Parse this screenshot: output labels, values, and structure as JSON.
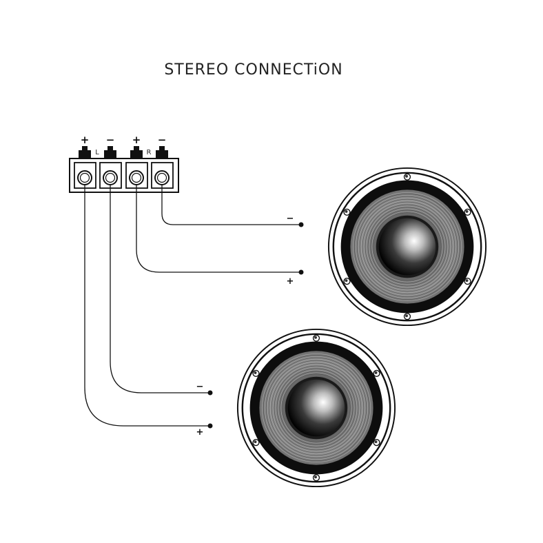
{
  "title": "STEREO CONNECTiON",
  "terminal_block": {
    "polarities": [
      "+",
      "−",
      "+",
      "−"
    ],
    "channel_labels": [
      "L",
      "R"
    ]
  },
  "wire_signs": {
    "top_speaker_negative": "−",
    "top_speaker_positive": "+",
    "bottom_speaker_negative": "−",
    "bottom_speaker_positive": "+"
  },
  "colors": {
    "background": "#ffffff",
    "ink": "#111111",
    "cone_gray": "#8a8a8a",
    "surround_black": "#0d0d0d"
  },
  "icons": [
    "speaker-icon",
    "terminal-screw-icon"
  ]
}
